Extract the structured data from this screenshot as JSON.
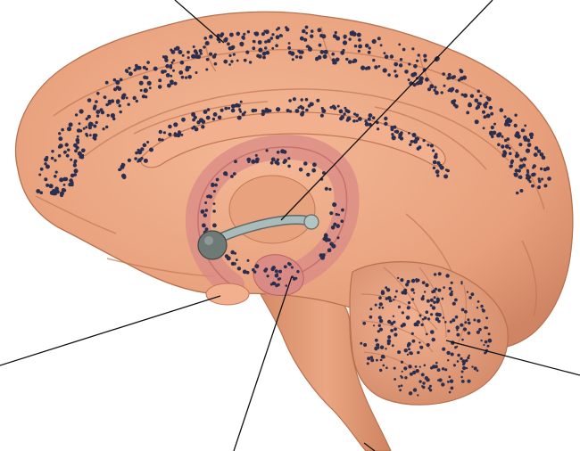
{
  "figure": {
    "subject": "brain-midsagittal-section",
    "colors": {
      "background": "#ffffff",
      "tissue": "#e8a07c",
      "tissue_shadow": "#c97d5c",
      "tissue_highlight": "#f4b896",
      "limbic_ring": "#d98a86",
      "tract": "#9fb3b3",
      "tract_node": "#5e6a66",
      "dots": "#2a2f4f",
      "leader_line": "#111111"
    },
    "leader_lines": [
      {
        "name": "leader-line-cortex"
      },
      {
        "name": "leader-line-fornix"
      },
      {
        "name": "leader-line-amygdala"
      },
      {
        "name": "leader-line-hippocampus"
      },
      {
        "name": "leader-line-brainstem"
      },
      {
        "name": "leader-line-cerebellum"
      }
    ]
  }
}
